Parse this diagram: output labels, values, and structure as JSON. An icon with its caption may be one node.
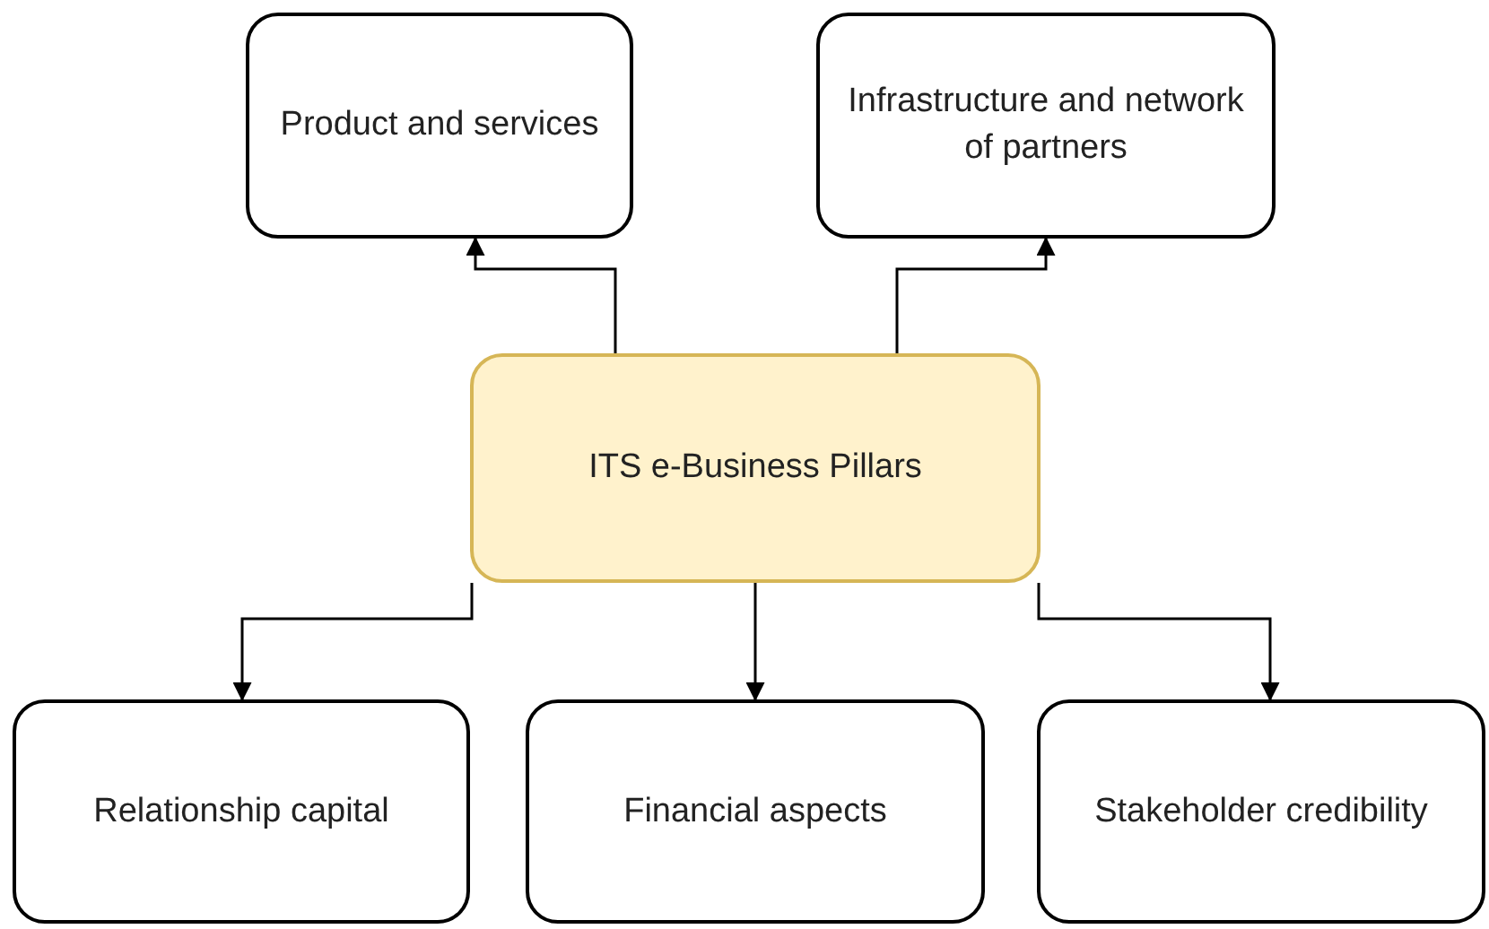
{
  "diagram": {
    "nodes": [
      {
        "text": [
          "ITS e-Business Pillars"
        ]
      },
      {
        "text": [
          "Product and services"
        ]
      },
      {
        "text": [
          "Infrastructure and network of partners"
        ]
      },
      {
        "text": [
          "Relationship capital"
        ]
      },
      {
        "text": [
          "Financial aspects"
        ]
      },
      {
        "text": [
          "Stakeholder credibility"
        ]
      }
    ],
    "edges": [
      {
        "from": 0,
        "to": 1,
        "arrow": "to"
      },
      {
        "from": 0,
        "to": 2,
        "arrow": "to"
      },
      {
        "from": 0,
        "to": 3,
        "arrow": "to"
      },
      {
        "from": 0,
        "to": 4,
        "arrow": "to"
      },
      {
        "from": 0,
        "to": 5,
        "arrow": "to"
      }
    ]
  }
}
